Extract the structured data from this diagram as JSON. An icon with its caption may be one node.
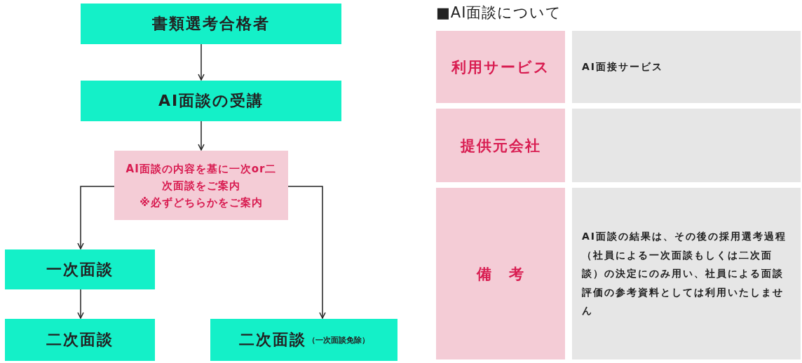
{
  "diagram": {
    "nodes": [
      {
        "text": [
          "書類選考合格者"
        ]
      },
      {
        "text": [
          "AI面談の受講"
        ]
      },
      {
        "text": [
          "AI面談の内容を基に一次or二次面談をご案内",
          "※必ずどちらかをご案内"
        ]
      },
      {
        "text": [
          "一次面談"
        ]
      },
      {
        "text": [
          "二次面談"
        ]
      },
      {
        "text": [
          "二次面談",
          "（一次面談免除）"
        ]
      }
    ],
    "edges": [
      {
        "from": 0,
        "to": 1,
        "arrow": "to"
      },
      {
        "from": 1,
        "to": 2,
        "arrow": "to"
      },
      {
        "from": 2,
        "to": 3,
        "arrow": "to"
      },
      {
        "from": 3,
        "to": 4,
        "arrow": "to"
      },
      {
        "from": 2,
        "to": 5,
        "arrow": "to"
      }
    ],
    "labels": [
      "■AI面談について",
      "利用サービス",
      "AI面接サービス",
      "提供元会社",
      "備　考",
      "AI面談の結果は、その後の採用選考過程（社員による一次面談もしくは二次面談）の決定にのみ用い、社員による面談評価の参考資料としては利用いたしません"
    ]
  }
}
